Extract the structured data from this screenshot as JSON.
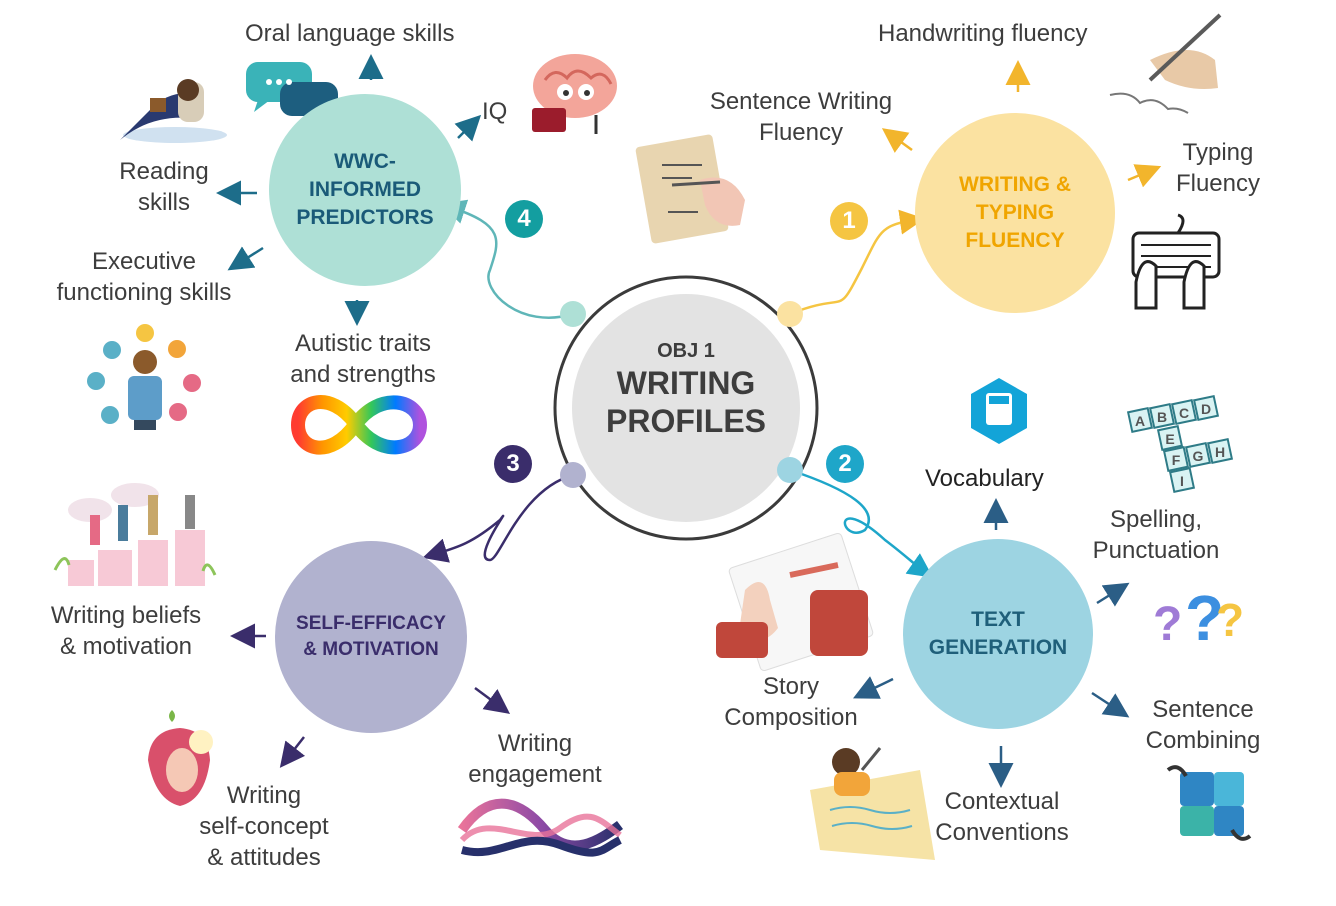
{
  "center": {
    "line1": "OBJ 1",
    "line2": "WRITING",
    "line3": "PROFILES"
  },
  "hubs": {
    "writing_fluency": {
      "label": "WRITING &\nTYPING\nFLUENCY",
      "number": "1",
      "color": "#fbe2a1",
      "accent": "#f5c542",
      "text_color": "#f0a500"
    },
    "text_generation": {
      "label": "TEXT\nGENERATION",
      "number": "2",
      "color": "#9dd4e2",
      "accent": "#1ea6c9",
      "text_color": "#1f5f7a"
    },
    "self_efficacy": {
      "label": "SELF-EFFICACY\n& MOTIVATION",
      "number": "3",
      "color": "#b1b2cf",
      "accent": "#3a2d6b",
      "text_color": "#3a2d6b"
    },
    "wwc_predictors": {
      "label": "WWC-\nINFORMED\nPREDICTORS",
      "number": "4",
      "color": "#aee0d6",
      "accent": "#139ea0",
      "text_color": "#1a5a78"
    }
  },
  "labels": {
    "handwriting_fluency": "Handwriting fluency",
    "sentence_writing_fluency": "Sentence Writing\nFluency",
    "typing_fluency": "Typing\nFluency",
    "vocabulary": "Vocabulary",
    "spelling_punctuation": "Spelling,\nPunctuation",
    "sentence_combining": "Sentence\nCombining",
    "contextual_conventions": "Contextual\nConventions",
    "story_composition": "Story\nComposition",
    "writing_beliefs": "Writing beliefs\n& motivation",
    "writing_self_concept": "Writing\nself-concept\n& attitudes",
    "writing_engagement": "Writing\nengagement",
    "oral_language": "Oral language skills",
    "iq": "IQ",
    "reading_skills": "Reading\nskills",
    "executive_functioning": "Executive\nfunctioning skills",
    "autistic_traits": "Autistic traits\nand strengths"
  },
  "icons": {
    "vocab_book": "A-Z",
    "letter_tiles": [
      "A",
      "B",
      "C",
      "D",
      "E",
      "F",
      "G",
      "H",
      "I"
    ],
    "question_marks": "?  ?  ?"
  }
}
